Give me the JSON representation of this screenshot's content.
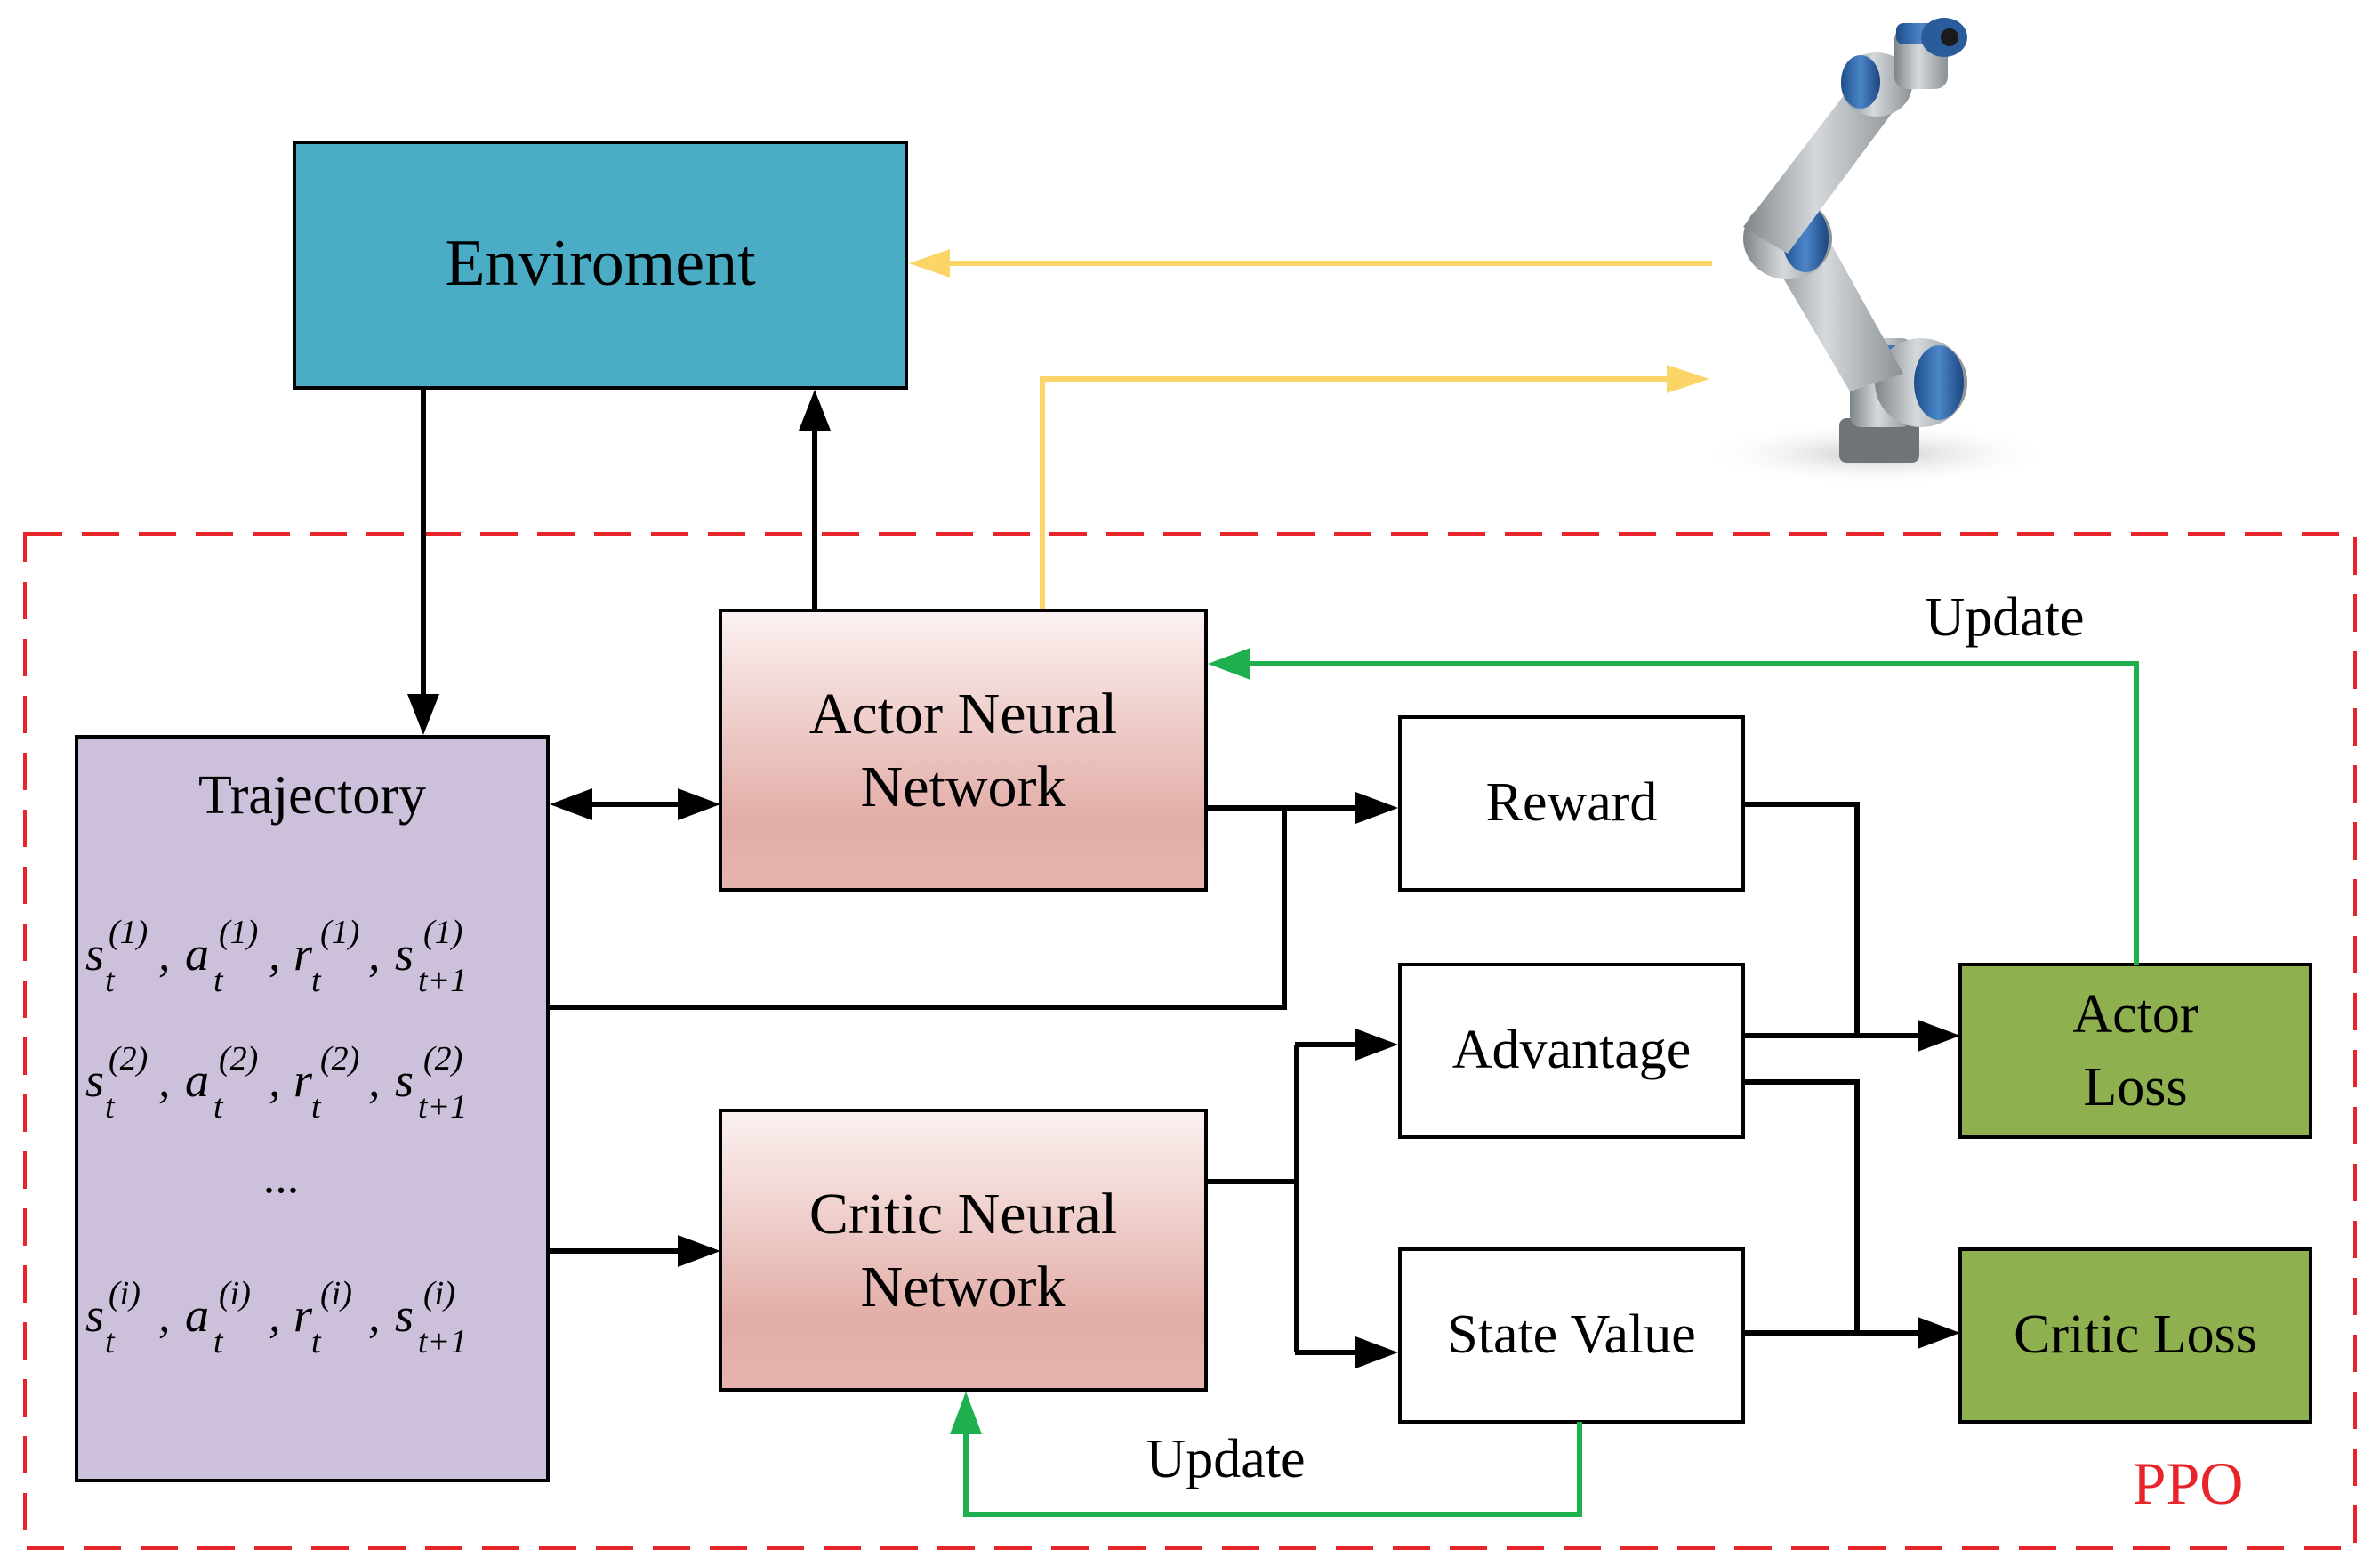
{
  "nodes": {
    "environment": "Enviroment",
    "trajectory": "Trajectory",
    "actor_line1": "Actor Neural",
    "actor_line2": "Network",
    "critic_line1": "Critic Neural",
    "critic_line2": "Network",
    "reward": "Reward",
    "advantage": "Advantage",
    "state_value": "State Value",
    "actor_loss_line1": "Actor",
    "actor_loss_line2": "Loss",
    "critic_loss": "Critic Loss"
  },
  "labels": {
    "update_actor": "Update",
    "update_critic": "Update",
    "ppo": "PPO"
  },
  "trajectory_rows": [
    {
      "index": "1",
      "next": "t+1"
    },
    {
      "index": "2",
      "next": "t+1"
    },
    {
      "index": "i",
      "next": "t+1"
    }
  ],
  "trajectory_ellipsis": "...",
  "trajectory_sub": "t",
  "symbols": {
    "s": "s",
    "a": "a",
    "r": "r"
  },
  "colors": {
    "environment_fill": "#4BACC6",
    "trajectory_fill": "#CCC0DA",
    "network_fill_top": "#FBEFEF",
    "network_fill_bottom": "#E6B0AA",
    "loss_fill": "#8EB04F",
    "ppo_border": "#E8242B",
    "update_arrow": "#1EB04E",
    "robot_arrow": "#FBD567",
    "flow_arrow": "#000000"
  }
}
